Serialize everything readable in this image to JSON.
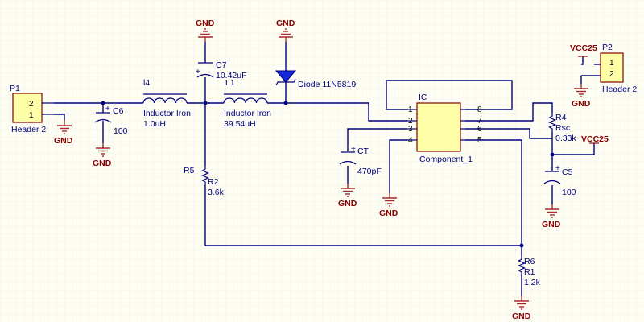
{
  "colors": {
    "background": "#fdfdf3",
    "grid": "#ecebdc",
    "wire": "#000080",
    "power": "#a52a2a",
    "part_fill": "#ffffa8",
    "part_border": "#8b0000",
    "junction": "#000080",
    "label": "#000080"
  },
  "gnd_label": "GND",
  "headers": {
    "p1": {
      "designator": "P1",
      "comment": "Header 2",
      "pin_top": "2",
      "pin_bottom": "1"
    },
    "p2": {
      "designator": "P2",
      "comment": "Header 2",
      "pin_top": "1",
      "pin_bottom": "2"
    }
  },
  "capacitors": {
    "c6": {
      "designator": "C6",
      "value": "100"
    },
    "c7": {
      "designator": "C7",
      "value": "10.42uF"
    },
    "ct": {
      "designator": "CT",
      "value": "470pF"
    },
    "c5": {
      "designator": "C5",
      "value": "100"
    }
  },
  "inductors": {
    "l4": {
      "designator": "l4",
      "comment": "Inductor Iron",
      "value": "1.0uH"
    },
    "l1": {
      "designator": "L1",
      "comment": "Inductor Iron",
      "value": "39.54uH"
    }
  },
  "diode": {
    "label": "Diode 11N5819"
  },
  "resistors": {
    "r2": {
      "net": "R5",
      "designator": "R2",
      "value": "3.6k"
    },
    "r4": {
      "designator": "R4",
      "extra": "Rsc",
      "value": "0.33k"
    },
    "r1": {
      "net": "R6",
      "designator": "R1",
      "value": "1.2k"
    }
  },
  "ic": {
    "designator": "IC",
    "comment": "Component_1",
    "left_pins": [
      "1",
      "2",
      "3",
      "4"
    ],
    "right_pins": [
      "8",
      "7",
      "6",
      "5"
    ]
  },
  "power_ports": {
    "vcc_p2": "VCC25",
    "vcc_r4": "VCC25"
  }
}
